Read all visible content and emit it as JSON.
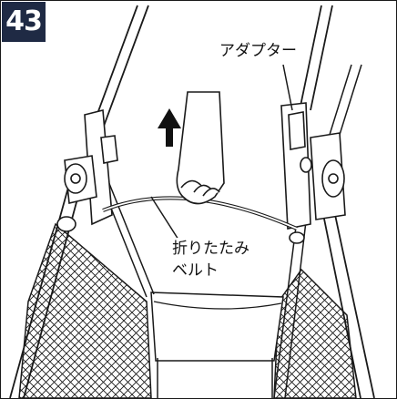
{
  "step": {
    "number": "43"
  },
  "labels": {
    "adapter": "アダプター",
    "belt_line1": "折りたたみ",
    "belt_line2": "ベルト"
  },
  "colors": {
    "badge": "#1f2a44",
    "line": "#1a1a1a"
  },
  "icons": [
    "up-arrow-icon"
  ]
}
